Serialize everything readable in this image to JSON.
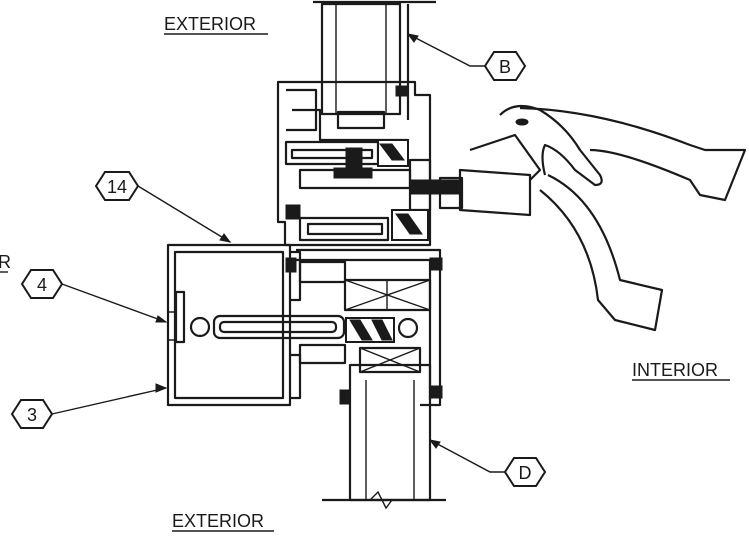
{
  "labels": {
    "exterior_top": "EXTERIOR",
    "exterior_bottom": "EXTERIOR",
    "interior": "INTERIOR",
    "left_edge_fragment": "R"
  },
  "callouts": {
    "b": "B",
    "d": "D",
    "c14": "14",
    "c4": "4",
    "c3": "3"
  },
  "colors": {
    "line": "#1a1a1a",
    "background": "#ffffff"
  }
}
